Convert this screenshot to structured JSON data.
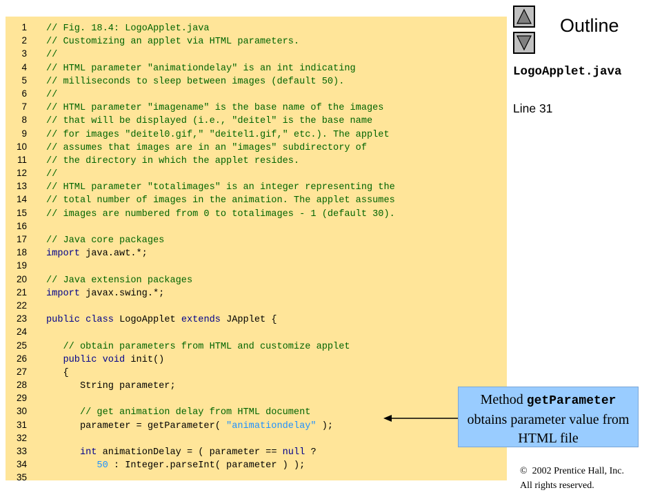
{
  "code": {
    "lines": [
      {
        "num": "1",
        "tokens": [
          {
            "t": "// Fig. 18.4: LogoApplet.java",
            "c": "comment"
          }
        ]
      },
      {
        "num": "2",
        "tokens": [
          {
            "t": "// Customizing an applet via HTML parameters.",
            "c": "comment"
          }
        ]
      },
      {
        "num": "3",
        "tokens": [
          {
            "t": "//",
            "c": "comment"
          }
        ]
      },
      {
        "num": "4",
        "tokens": [
          {
            "t": "// HTML parameter \"animationdelay\" is an int indicating",
            "c": "comment"
          }
        ]
      },
      {
        "num": "5",
        "tokens": [
          {
            "t": "// milliseconds to sleep between images (default 50).",
            "c": "comment"
          }
        ]
      },
      {
        "num": "6",
        "tokens": [
          {
            "t": "//",
            "c": "comment"
          }
        ]
      },
      {
        "num": "7",
        "tokens": [
          {
            "t": "// HTML parameter \"imagename\" is the base name of the images",
            "c": "comment"
          }
        ]
      },
      {
        "num": "8",
        "tokens": [
          {
            "t": "// that will be displayed (i.e., \"deitel\" is the base name",
            "c": "comment"
          }
        ]
      },
      {
        "num": "9",
        "tokens": [
          {
            "t": "// for images \"deitel0.gif,\" \"deitel1.gif,\" etc.). The applet",
            "c": "comment"
          }
        ]
      },
      {
        "num": "10",
        "tokens": [
          {
            "t": "// assumes that images are in an \"images\" subdirectory of",
            "c": "comment"
          }
        ]
      },
      {
        "num": "11",
        "tokens": [
          {
            "t": "// the directory in which the applet resides.",
            "c": "comment"
          }
        ]
      },
      {
        "num": "12",
        "tokens": [
          {
            "t": "//",
            "c": "comment"
          }
        ]
      },
      {
        "num": "13",
        "tokens": [
          {
            "t": "// HTML parameter \"totalimages\" is an integer representing the",
            "c": "comment"
          }
        ]
      },
      {
        "num": "14",
        "tokens": [
          {
            "t": "// total number of images in the animation. The applet assumes",
            "c": "comment"
          }
        ]
      },
      {
        "num": "15",
        "tokens": [
          {
            "t": "// images are numbered from 0 to totalimages - 1 (default 30).",
            "c": "comment"
          }
        ]
      },
      {
        "num": "16",
        "tokens": []
      },
      {
        "num": "17",
        "tokens": [
          {
            "t": "// Java core packages",
            "c": "comment"
          }
        ]
      },
      {
        "num": "18",
        "tokens": [
          {
            "t": "import",
            "c": "keyword"
          },
          {
            "t": " java.awt.*;",
            "c": "plain"
          }
        ]
      },
      {
        "num": "19",
        "tokens": []
      },
      {
        "num": "20",
        "tokens": [
          {
            "t": "// Java extension packages",
            "c": "comment"
          }
        ]
      },
      {
        "num": "21",
        "tokens": [
          {
            "t": "import",
            "c": "keyword"
          },
          {
            "t": " javax.swing.*;",
            "c": "plain"
          }
        ]
      },
      {
        "num": "22",
        "tokens": []
      },
      {
        "num": "23",
        "tokens": [
          {
            "t": "public class",
            "c": "keyword"
          },
          {
            "t": " LogoApplet ",
            "c": "plain"
          },
          {
            "t": "extends",
            "c": "keyword"
          },
          {
            "t": " JApplet {",
            "c": "plain"
          }
        ]
      },
      {
        "num": "24",
        "tokens": []
      },
      {
        "num": "25",
        "tokens": [
          {
            "t": "   // obtain parameters from HTML and customize applet",
            "c": "comment"
          }
        ]
      },
      {
        "num": "26",
        "tokens": [
          {
            "t": "   ",
            "c": "plain"
          },
          {
            "t": "public void",
            "c": "keyword"
          },
          {
            "t": " init()",
            "c": "plain"
          }
        ]
      },
      {
        "num": "27",
        "tokens": [
          {
            "t": "   {",
            "c": "plain"
          }
        ]
      },
      {
        "num": "28",
        "tokens": [
          {
            "t": "      String parameter;",
            "c": "plain"
          }
        ]
      },
      {
        "num": "29",
        "tokens": []
      },
      {
        "num": "30",
        "tokens": [
          {
            "t": "      // get animation delay from HTML document",
            "c": "comment"
          }
        ]
      },
      {
        "num": "31",
        "tokens": [
          {
            "t": "      parameter = getParameter( ",
            "c": "plain"
          },
          {
            "t": "\"animationdelay\"",
            "c": "string"
          },
          {
            "t": " );",
            "c": "plain"
          }
        ]
      },
      {
        "num": "32",
        "tokens": []
      },
      {
        "num": "33",
        "tokens": [
          {
            "t": "      ",
            "c": "plain"
          },
          {
            "t": "int",
            "c": "keyword"
          },
          {
            "t": " animationDelay = ( parameter == ",
            "c": "plain"
          },
          {
            "t": "null",
            "c": "keyword"
          },
          {
            "t": " ?",
            "c": "plain"
          }
        ]
      },
      {
        "num": "34",
        "tokens": [
          {
            "t": "         ",
            "c": "plain"
          },
          {
            "t": "50",
            "c": "number"
          },
          {
            "t": " : Integer.parseInt( parameter ) );",
            "c": "plain"
          }
        ]
      },
      {
        "num": "35",
        "tokens": []
      }
    ]
  },
  "sidebar": {
    "outline_title": "Outline",
    "file_name": "LogoApplet.java",
    "line_ref": "Line 31",
    "up_icon": "triangle-up-icon",
    "down_icon": "triangle-down-icon"
  },
  "callout": {
    "prefix": "Method ",
    "method": "getParameter",
    "rest": "obtains parameter value from HTML file"
  },
  "footer": {
    "copyright_symbol": "©",
    "copyright_line1": "2002 Prentice Hall, Inc.",
    "copyright_line2": "All rights reserved."
  },
  "colors": {
    "code_background": "#ffe599",
    "callout_background": "#99ccff",
    "comment": "#006400",
    "keyword": "#00008b",
    "string": "#1e90ff"
  }
}
